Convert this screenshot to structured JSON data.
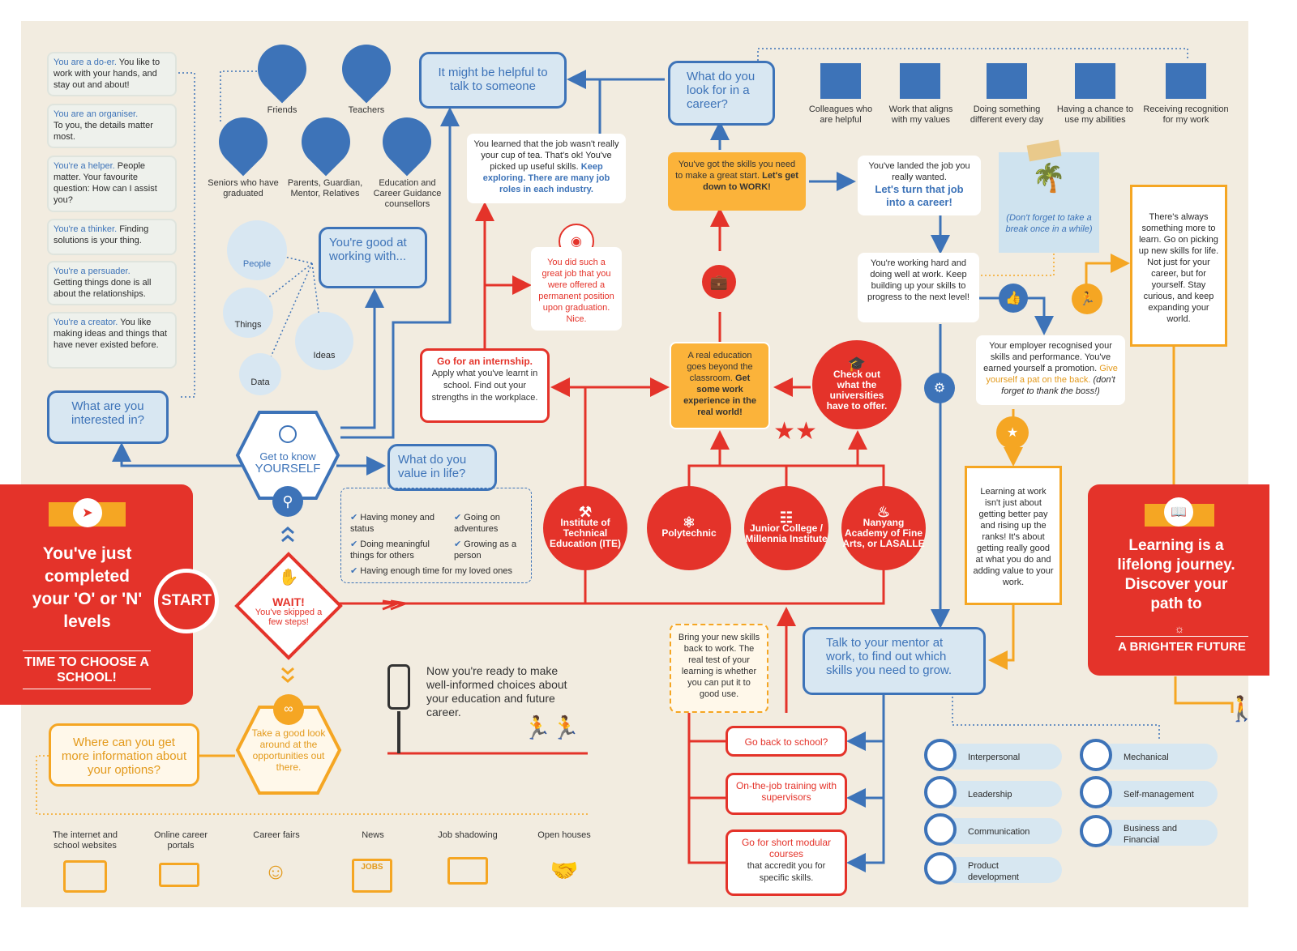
{
  "colors": {
    "red": "#e4332a",
    "blue": "#3d73b8",
    "orange": "#f5a623",
    "bg": "#f2ece0"
  },
  "start": {
    "headline": "You've just completed your 'O' or 'N' levels",
    "subhead": "TIME TO CHOOSE A SCHOOL!",
    "start_label": "START",
    "wait_title": "WAIT!",
    "wait_text": "You've skipped a few steps!",
    "icons": {
      "sign": "signpost-icon",
      "school": "school-building-icon",
      "hand": "stop-hand-icon"
    }
  },
  "know_yourself": {
    "line1": "Get to know",
    "line2": "YOURSELF"
  },
  "interested": "What are you interested in?",
  "types": [
    {
      "title": "You are a do-er.",
      "text": "You like to work with your hands, and stay out and about!"
    },
    {
      "title": "You are an organiser.",
      "text": "To you, the details matter most."
    },
    {
      "title": "You're a helper.",
      "text": "People matter. Your favourite question: How can I assist you?"
    },
    {
      "title": "You're a thinker.",
      "text": "Finding solutions is your thing."
    },
    {
      "title": "You're a persuader.",
      "text": "Getting things done is all about the relationships."
    },
    {
      "title": "You're a creator.",
      "text": "You like making ideas and things that have never existed before."
    }
  ],
  "good_at": {
    "title": "You're good at working with...",
    "items": [
      "People",
      "Things",
      "Ideas",
      "Data"
    ]
  },
  "helpful": {
    "title": "It might be helpful to talk to someone",
    "people": [
      "Friends",
      "Teachers",
      "Seniors who have graduated",
      "Parents, Guardian, Mentor, Relatives",
      "Education and Career Guidance counsellors"
    ]
  },
  "value": {
    "title": "What do you value in life?",
    "items": [
      "Having money and status",
      "Going on adventures",
      "Doing meaningful things for others",
      "Growing as a person",
      "Having enough time for my loved ones"
    ]
  },
  "look": {
    "text": "Take a good look around at the opportunities out there.",
    "question": "Where can you get more information about your options?",
    "sources": [
      "The internet and school websites",
      "Online career portals",
      "Career fairs",
      "News",
      "Job shadowing",
      "Open houses"
    ],
    "news_badge": "JOBS"
  },
  "ready": "Now you're ready to make well-informed choices about your education and future career.",
  "schools": [
    "Institute of Technical Education (ITE)",
    "Polytechnic",
    "Junior College / Millennia Institute",
    "Nanyang Academy of Fine Arts, or LASALLE"
  ],
  "universities": "Check out what the universities have to offer.",
  "real_education": {
    "text": "A real education goes beyond the classroom.",
    "bold": "Get some work experience in the real world!"
  },
  "internship": {
    "title": "Go for an internship.",
    "text": "Apply what you've learnt in school. Find out your strengths in the workplace."
  },
  "great_job": "You did such a great job that you were offered a permanent position upon graduation. Nice.",
  "not_tea": {
    "text": "You learned that the job wasn't really your cup of tea. That's ok! You've picked up useful skills.",
    "blue": "Keep exploring. There are many job roles in each industry."
  },
  "skills_ready": {
    "text": "You've got the skills you need to make a great start.",
    "bold": "Let's get down to WORK!"
  },
  "career": {
    "title": "What do you look for in a career?",
    "items": [
      "Colleagues who are helpful",
      "Work that aligns with my values",
      "Doing something different every day",
      "Having a chance to use my abilities",
      "Receiving recognition for my work"
    ]
  },
  "landed": {
    "text": "You've landed the job you really wanted.",
    "blue": "Let's turn that job into a career!"
  },
  "break": "(Don't forget to take a break once in a while)",
  "working_hard": "You're working hard and doing well at work. Keep building up your skills to progress to the next level!",
  "promotion": {
    "text": "Your employer recognised your skills and performance. You've earned yourself a promotion.",
    "orange": "Give yourself a pat on the back.",
    "italic": "(don't forget to thank the boss!)"
  },
  "always_more": "There's always something more to learn. Go on picking up new skills for life. Not just for your career, but for yourself. Stay curious, and keep expanding your world.",
  "learning_work": "Learning at work isn't just about getting better pay and rising up the ranks! It's about getting really good at what you do and adding value to your work.",
  "mentor": "Talk to your mentor at work, to find out which skills you need to grow.",
  "bring_skills": "Bring your new skills back to work. The real test of your learning is whether you can put it to good use.",
  "options": [
    {
      "title": "Go back to school?",
      "text": ""
    },
    {
      "title": "On-the-job training with supervisors",
      "text": ""
    },
    {
      "title": "Go for short modular courses",
      "text": "that accredit you for specific skills."
    }
  ],
  "skills": [
    "Interpersonal",
    "Leadership",
    "Communication",
    "Product development",
    "Mechanical",
    "Self-management",
    "Business and Financial"
  ],
  "finale": {
    "text": "Learning is a lifelong journey. Discover your path to",
    "highlight": "A BRIGHTER FUTURE"
  }
}
